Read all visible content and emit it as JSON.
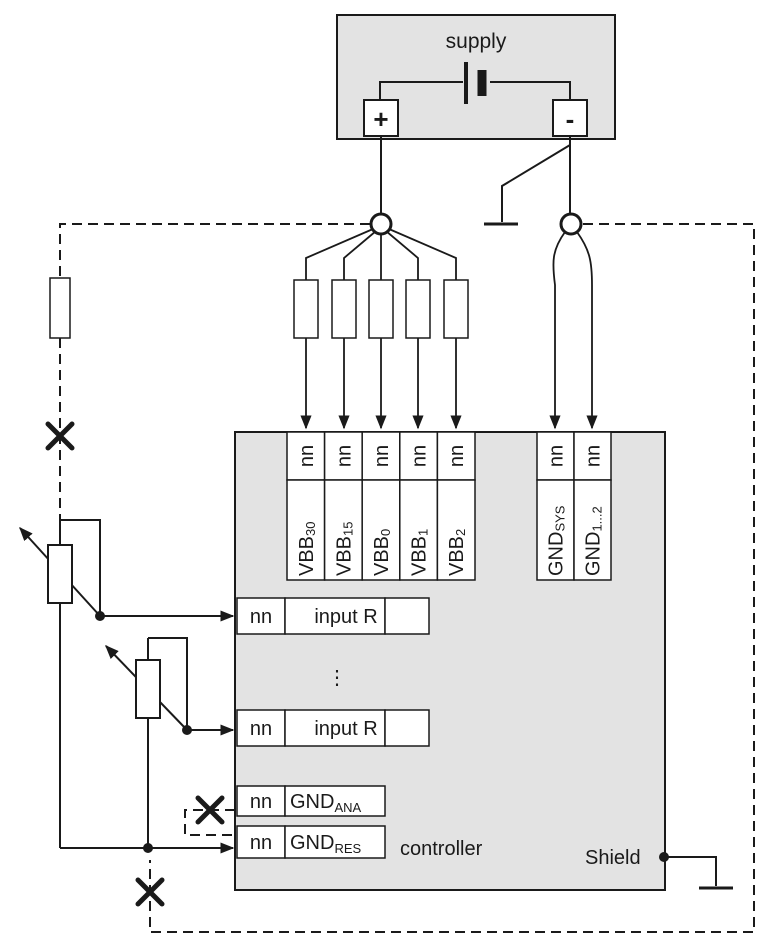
{
  "supply": {
    "label": "supply",
    "plus_label": "+",
    "minus_label": "-"
  },
  "controller": {
    "label": "controller",
    "shield_label": "Shield"
  },
  "power_terminals": [
    {
      "number": "nn",
      "name": "VBB",
      "sub": "30"
    },
    {
      "number": "nn",
      "name": "VBB",
      "sub": "15"
    },
    {
      "number": "nn",
      "name": "VBB",
      "sub": "0"
    },
    {
      "number": "nn",
      "name": "VBB",
      "sub": "1"
    },
    {
      "number": "nn",
      "name": "VBB",
      "sub": "2"
    }
  ],
  "ground_terminals": [
    {
      "number": "nn",
      "name": "GND",
      "sub": "SYS"
    },
    {
      "number": "nn",
      "name": "GND",
      "sub": "1...2"
    }
  ],
  "inputs": [
    {
      "number": "nn",
      "label": "input R"
    },
    {
      "number": "nn",
      "label": "input R"
    }
  ],
  "ellipsis": "⋮",
  "gnd_ana": {
    "number": "nn",
    "name": "GND",
    "sub": "ANA"
  },
  "gnd_res": {
    "number": "nn",
    "name": "GND",
    "sub": "RES"
  },
  "colors": {
    "controller_fill": "#e3e3e3",
    "supply_fill": "#e3e3e3",
    "line": "#1a1a1a"
  }
}
